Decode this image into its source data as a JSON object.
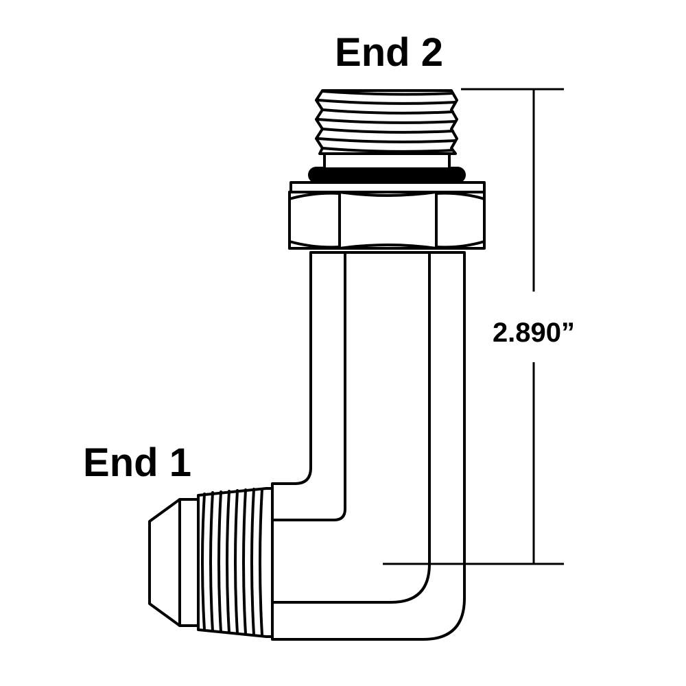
{
  "labels": {
    "end2": "End 2",
    "end1": "End 1",
    "dimension": "2.890”"
  },
  "colors": {
    "line": "#000000",
    "background": "#ffffff"
  }
}
